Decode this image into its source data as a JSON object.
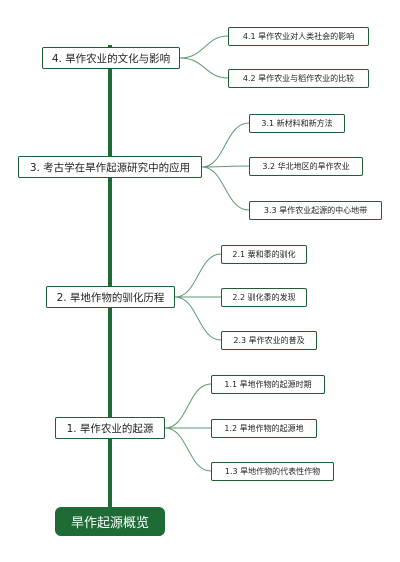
{
  "root": {
    "label": "旱作起源概览"
  },
  "branches": [
    {
      "label": "4. 旱作农业的文化与影响",
      "children": [
        "4.1 旱作农业对人类社会的影响",
        "4.2 旱作农业与稻作农业的比较"
      ]
    },
    {
      "label": "3. 考古学在旱作起源研究中的应用",
      "children": [
        "3.1 新材料和新方法",
        "3.2 华北地区的旱作农业",
        "3.3 旱作农业起源的中心地带"
      ]
    },
    {
      "label": "2. 旱地作物的驯化历程",
      "children": [
        "2.1 粟和黍的驯化",
        "2.2 驯化黍的发现",
        "2.3 旱作农业的普及"
      ]
    },
    {
      "label": "1. 旱作农业的起源",
      "children": [
        "1.1 旱地作物的起源时期",
        "1.2 旱地作物的起源地",
        "1.3 旱地作物的代表性作物"
      ]
    }
  ],
  "colors": {
    "trunk": "#1e6b36",
    "link": "#5f9a72",
    "border": "#1e5e33",
    "root_fill": "#1e6b36"
  }
}
